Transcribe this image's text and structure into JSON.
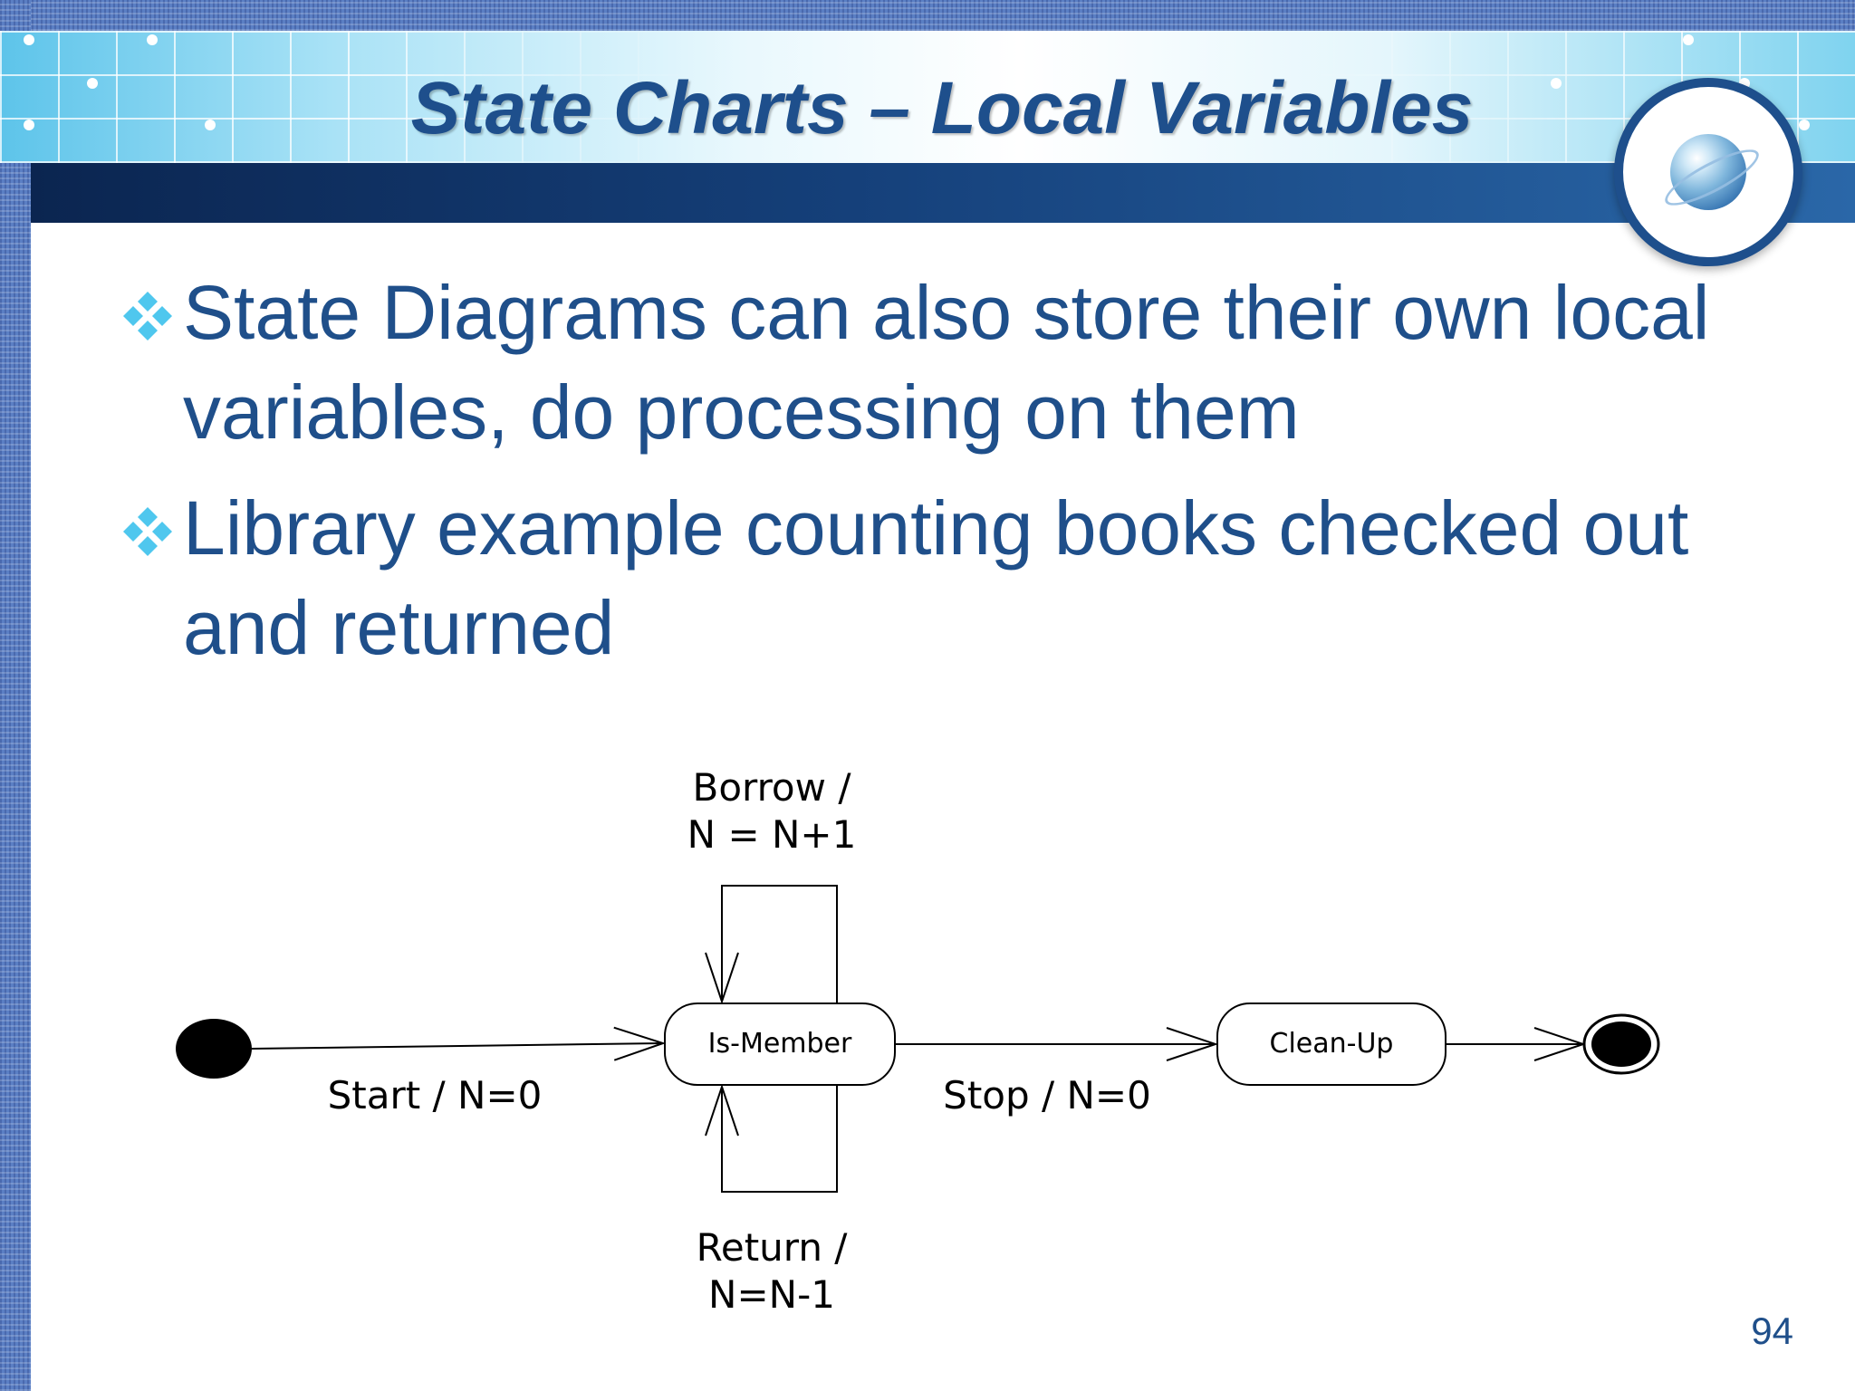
{
  "slide": {
    "title": "State Charts – Local Variables",
    "bullets": [
      {
        "text": "State Diagrams can also store their own local variables, do processing on them"
      },
      {
        "text": "Library example counting books checked out and returned"
      }
    ],
    "page_number": "94"
  },
  "diagram": {
    "states": [
      {
        "id": "is-member",
        "label": "Is-Member"
      },
      {
        "id": "clean-up",
        "label": "Clean-Up"
      }
    ],
    "transitions": [
      {
        "id": "start",
        "label": "Start / N=0"
      },
      {
        "id": "borrow",
        "label_line1": "Borrow /",
        "label_line2": "N = N+1"
      },
      {
        "id": "return",
        "label_line1": "Return /",
        "label_line2": "N=N-1"
      },
      {
        "id": "stop",
        "label": "Stop / N=0"
      }
    ]
  },
  "colors": {
    "title": "#1e4f8c",
    "body_text": "#1f4f8a",
    "bullet_icon": "#4fc7ee",
    "header_dark": "#0b2550"
  },
  "icons": {
    "bullet": "four-diamond-bullet-icon",
    "logo": "globe-icon"
  }
}
